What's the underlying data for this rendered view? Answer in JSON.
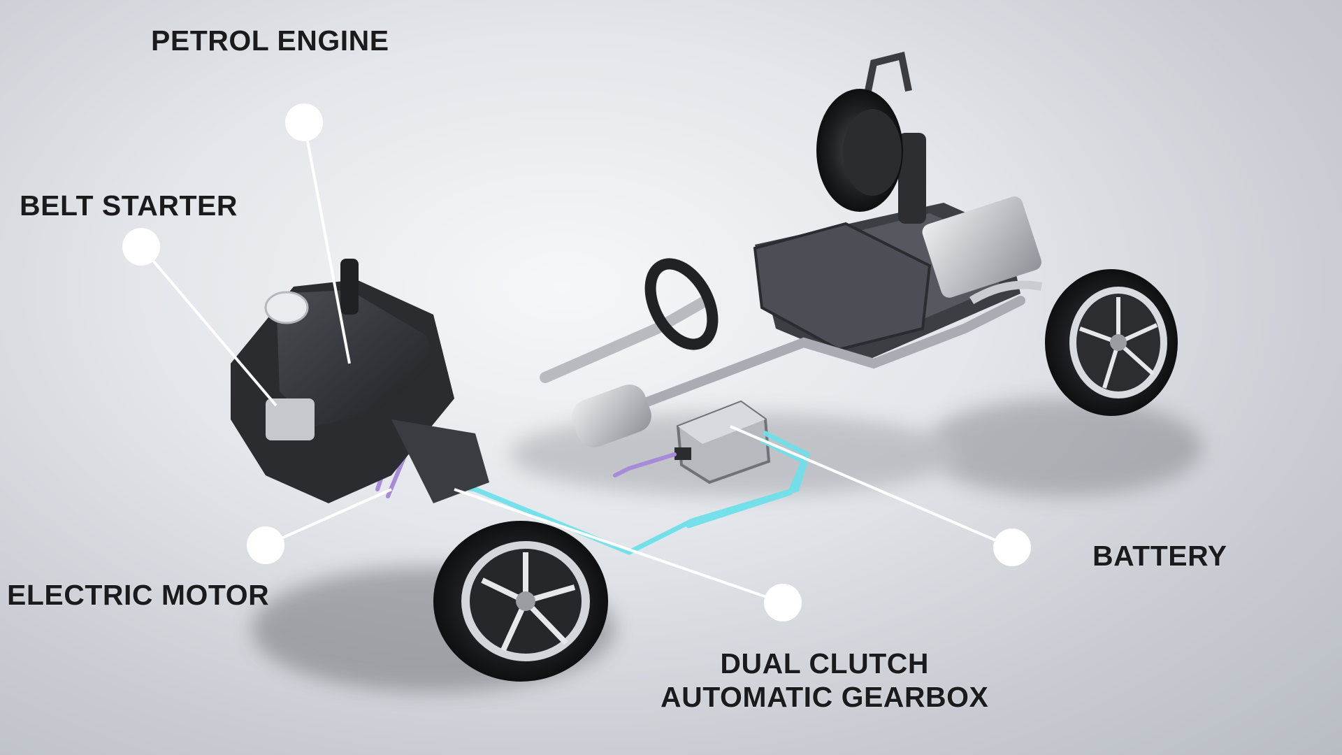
{
  "labels": {
    "petrol_engine": "PETROL ENGINE",
    "belt_starter": "BELT STARTER",
    "electric_motor": "ELECTRIC MOTOR",
    "dual_clutch_line1": "DUAL CLUTCH",
    "dual_clutch_line2": "AUTOMATIC GEARBOX",
    "battery": "BATTERY"
  },
  "colors": {
    "label_text": "#1b1b1d",
    "callout": "#ffffff",
    "cable_cyan": "#6fe0ea",
    "cable_purple": "#a78bd9",
    "body_dark": "#2a2c30",
    "metal": "#a9adb3"
  }
}
